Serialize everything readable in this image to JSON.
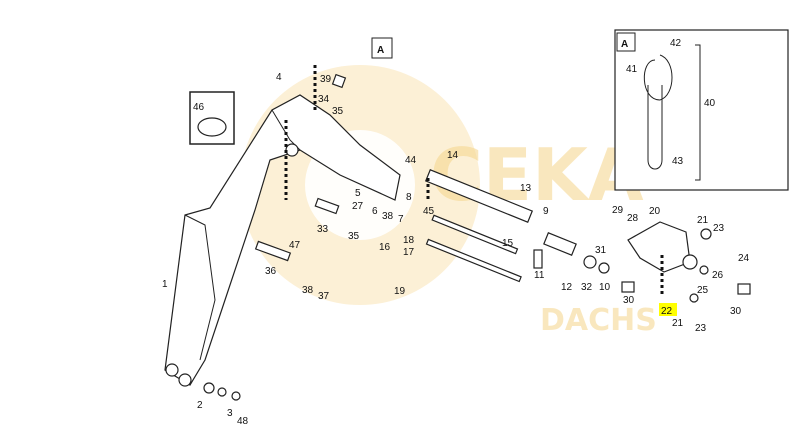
{
  "watermark": {
    "brand": "CEKA",
    "sub": "DACHS",
    "color": "#f5d58a"
  },
  "callouts": [
    {
      "id": "c1",
      "text": "1"
    },
    {
      "id": "c2",
      "text": "2"
    },
    {
      "id": "c3",
      "text": "3"
    },
    {
      "id": "c4",
      "text": "4"
    },
    {
      "id": "c5",
      "text": "5"
    },
    {
      "id": "c6",
      "text": "6"
    },
    {
      "id": "c7",
      "text": "7"
    },
    {
      "id": "c8",
      "text": "8"
    },
    {
      "id": "c9",
      "text": "9"
    },
    {
      "id": "c10a",
      "text": "10"
    },
    {
      "id": "c11",
      "text": "11"
    },
    {
      "id": "c12",
      "text": "12"
    },
    {
      "id": "c13",
      "text": "13"
    },
    {
      "id": "c14",
      "text": "14"
    },
    {
      "id": "c15",
      "text": "15"
    },
    {
      "id": "c16",
      "text": "16"
    },
    {
      "id": "c17",
      "text": "17"
    },
    {
      "id": "c18",
      "text": "18"
    },
    {
      "id": "c19",
      "text": "19"
    },
    {
      "id": "c20",
      "text": "20"
    },
    {
      "id": "c21a",
      "text": "21"
    },
    {
      "id": "c21b",
      "text": "21"
    },
    {
      "id": "c22",
      "text": "22"
    },
    {
      "id": "c23a",
      "text": "23"
    },
    {
      "id": "c23b",
      "text": "23"
    },
    {
      "id": "c24",
      "text": "24"
    },
    {
      "id": "c25",
      "text": "25"
    },
    {
      "id": "c26",
      "text": "26"
    },
    {
      "id": "c27",
      "text": "27"
    },
    {
      "id": "c28",
      "text": "28"
    },
    {
      "id": "c29",
      "text": "29"
    },
    {
      "id": "c30a",
      "text": "30"
    },
    {
      "id": "c30b",
      "text": "30"
    },
    {
      "id": "c31",
      "text": "31"
    },
    {
      "id": "c32",
      "text": "32"
    },
    {
      "id": "c33",
      "text": "33"
    },
    {
      "id": "c34",
      "text": "34"
    },
    {
      "id": "c35a",
      "text": "35"
    },
    {
      "id": "c35b",
      "text": "35"
    },
    {
      "id": "c36",
      "text": "36"
    },
    {
      "id": "c37",
      "text": "37"
    },
    {
      "id": "c38a",
      "text": "38"
    },
    {
      "id": "c38b",
      "text": "38"
    },
    {
      "id": "c39",
      "text": "39"
    },
    {
      "id": "c44",
      "text": "44"
    },
    {
      "id": "c45",
      "text": "45"
    },
    {
      "id": "c46",
      "text": "46"
    },
    {
      "id": "c47",
      "text": "47"
    },
    {
      "id": "c48",
      "text": "48"
    }
  ],
  "detail_box": {
    "tag": "A",
    "callouts": [
      {
        "id": "d40",
        "text": "40"
      },
      {
        "id": "d41",
        "text": "41"
      },
      {
        "id": "d42",
        "text": "42"
      },
      {
        "id": "d43",
        "text": "43"
      }
    ]
  },
  "view_tag": "A",
  "highlight": {
    "callout": "22",
    "color": "#ffff00"
  }
}
